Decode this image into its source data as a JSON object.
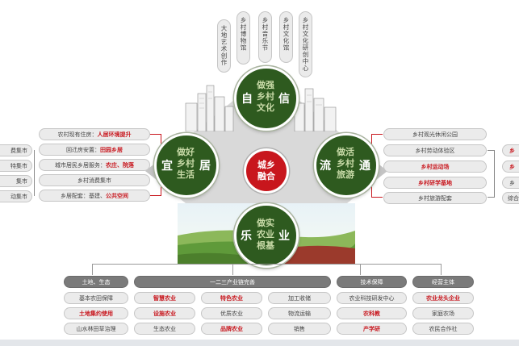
{
  "top_pills": [
    "大地艺术创作",
    "乡村博物馆",
    "乡村音乐节",
    "乡村文化馆",
    "乡村文化研创中心"
  ],
  "center": {
    "line1": "城乡",
    "line2": "融合"
  },
  "nodes": {
    "top": {
      "big": "自",
      "big2": "信",
      "l1": "做强",
      "l2": "乡村",
      "l3": "文化"
    },
    "left": {
      "big": "宜",
      "big2": "居",
      "l1": "做好",
      "l2": "乡村",
      "l3": "生活"
    },
    "right": {
      "big": "流",
      "big2": "通",
      "l1": "做活",
      "l2": "乡村",
      "l3": "旅游"
    },
    "bottom": {
      "big": "乐",
      "big2": "业",
      "l1": "做实",
      "l2": "农业",
      "l3": "根基"
    }
  },
  "left_items": [
    {
      "plain": "农村现有住房：",
      "red": "人居环境提升"
    },
    {
      "plain": "回迁房安置：",
      "red": "田园乡居"
    },
    {
      "plain": "城市居民乡居服务：",
      "red": "农庄、院落"
    },
    {
      "plain": "乡村消费集市",
      "red": ""
    },
    {
      "plain": "乡居配套：基建、",
      "red": "公共空间"
    }
  ],
  "left_edge": [
    "费集市",
    "特集市",
    "集市",
    "动集市"
  ],
  "right_items": [
    {
      "text": "乡村观光休闲公园",
      "red": false
    },
    {
      "text": "乡村劳动体验区",
      "red": false
    },
    {
      "text": "乡村运动场",
      "red": true
    },
    {
      "text": "乡村研学基地",
      "red": true
    },
    {
      "text": "乡村旅游配套",
      "red": false
    }
  ],
  "right_edge": [
    {
      "text": "乡",
      "red": true
    },
    {
      "text": "乡",
      "red": true
    },
    {
      "text": "乡",
      "red": false
    },
    {
      "text": "综合",
      "red": false
    }
  ],
  "bottom_headers": [
    "土地、生态",
    "一二三产业链完善",
    "技术保障",
    "经营主体"
  ],
  "bottom_cols": [
    [
      {
        "t": "基本农田保障",
        "r": false
      },
      {
        "t": "土地集约使用",
        "r": true
      },
      {
        "t": "山水林田草治理",
        "r": false
      }
    ],
    [
      {
        "t": "智慧农业",
        "r": true
      },
      {
        "t": "设施农业",
        "r": true
      },
      {
        "t": "生态农业",
        "r": false
      }
    ],
    [
      {
        "t": "特色农业",
        "r": true
      },
      {
        "t": "优质农业",
        "r": false
      },
      {
        "t": "品牌农业",
        "r": true
      }
    ],
    [
      {
        "t": "加工收储",
        "r": false
      },
      {
        "t": "物流运输",
        "r": false
      },
      {
        "t": "销售",
        "r": false
      }
    ],
    [
      {
        "t": "农业科技研发中心",
        "r": false
      },
      {
        "t": "农科教",
        "r": true
      },
      {
        "t": "产学研",
        "r": true
      }
    ],
    [
      {
        "t": "农业龙头企业",
        "r": true
      },
      {
        "t": "家庭农场",
        "r": false
      },
      {
        "t": "农民合作社",
        "r": false
      }
    ]
  ],
  "colors": {
    "accent_red": "#c8161d",
    "circle_green": "#2e5a1f",
    "pill_gray": "#ebebeb",
    "header_gray": "#7a7a7a"
  }
}
